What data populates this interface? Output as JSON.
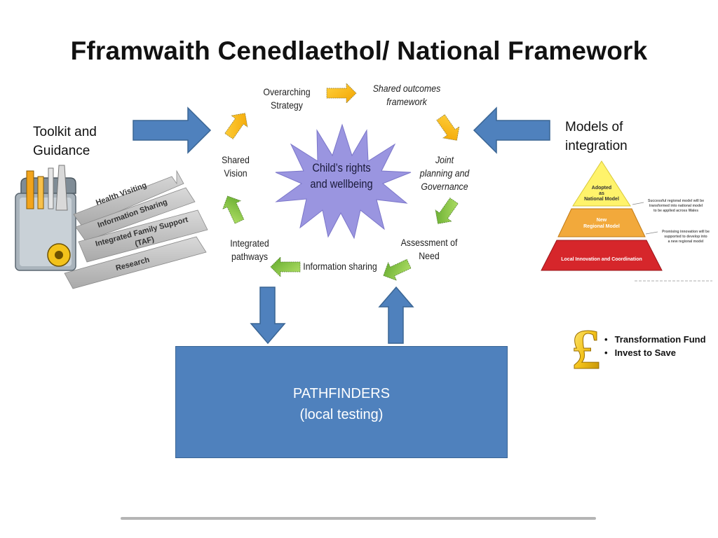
{
  "title": "Fframwaith Cenedlaethol/ National Framework",
  "left_label": {
    "line1": "Toolkit and",
    "line2": "Guidance"
  },
  "right_label": {
    "line1": "Models of",
    "line2": "integration"
  },
  "center_star": {
    "line1": "Child’s rights",
    "line2": "and wellbeing"
  },
  "cycle": {
    "overarching": {
      "line1": "Overarching",
      "line2": "Strategy"
    },
    "shared_outcomes": {
      "line1": "Shared outcomes",
      "line2": "framework"
    },
    "joint_planning": {
      "line1": "Joint",
      "line2": "planning and",
      "line3": "Governance"
    },
    "assessment": {
      "line1": "Assessment of",
      "line2": "Need"
    },
    "information_sharing": "Information sharing",
    "integrated_pathways": {
      "line1": "Integrated",
      "line2": "pathways"
    },
    "shared_vision": {
      "line1": "Shared",
      "line2": "Vision"
    }
  },
  "toolkit_arrows": [
    "Health Visiting",
    "Information Sharing",
    "Integrated Family Support",
    "(TAF)",
    "Research"
  ],
  "pyramid": {
    "top": [
      "Adopted",
      "as",
      "National Model"
    ],
    "middle": [
      "New",
      "Regional Model"
    ],
    "bottom": "Local Innovation and Coordination",
    "note1": [
      "Successful regional model will be",
      "transformed into national model",
      "to be applied across Wales"
    ],
    "note2": [
      "Promising innovation will be",
      "supported to develop into",
      "a new regional model"
    ]
  },
  "funding": [
    "Transformation Fund",
    "Invest to Save"
  ],
  "pathfinders": {
    "line1": "PATHFINDERS",
    "line2": "(local testing)"
  },
  "colors": {
    "blue": "#4f81bd",
    "orange": "#f5b000",
    "green": "#8fca3c",
    "star": "#9a95e0"
  }
}
